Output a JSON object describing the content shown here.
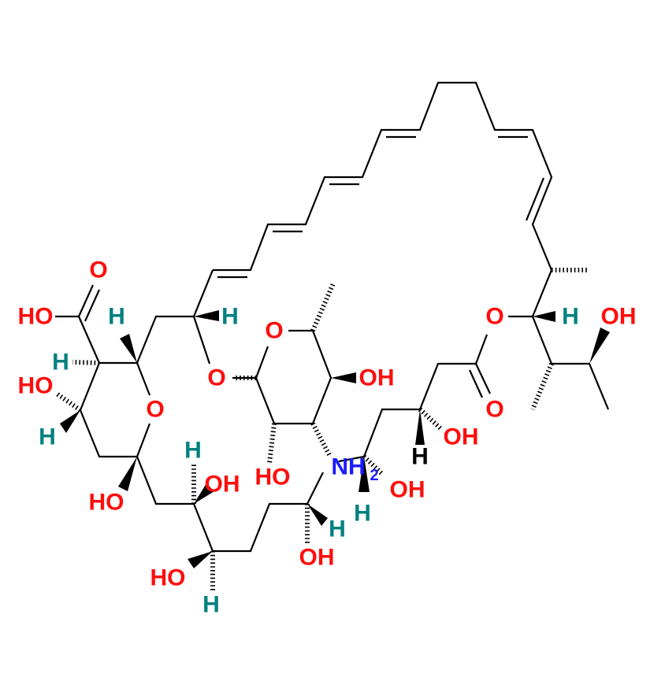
{
  "molecule": {
    "atom_labels": [
      "O",
      "HO",
      "H",
      "H",
      "HO",
      "O",
      "H",
      "HO",
      "H",
      "O",
      "O",
      "OH",
      "HO",
      "H",
      "OH",
      "HO",
      "H",
      "OH",
      "H",
      "NH",
      "2",
      "H",
      "OH",
      "H",
      "OH",
      "O",
      "O",
      "H",
      "OH"
    ],
    "colors": {
      "oxygen": "#ff0d0d",
      "hydrogen": "#008080",
      "nitrogen": "#1a1aff",
      "bond": "#000000"
    }
  }
}
